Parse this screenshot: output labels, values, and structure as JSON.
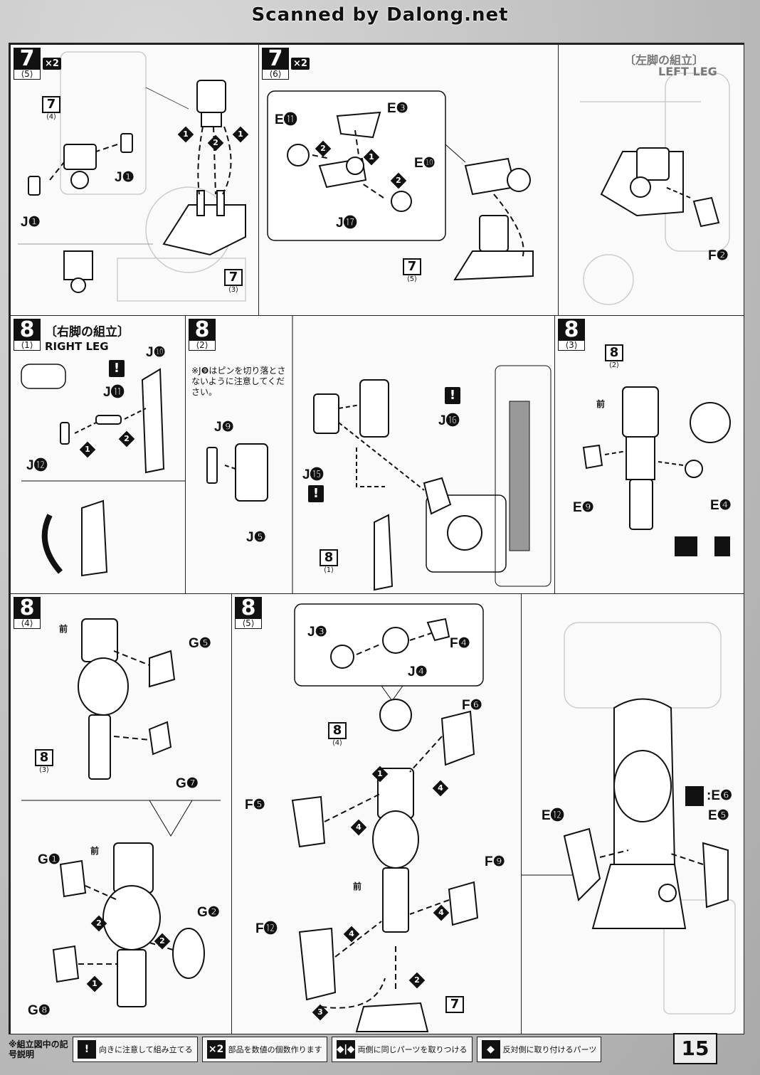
{
  "watermark": "Scanned by Dalong.net",
  "steps": {
    "s7_5": {
      "num": "7",
      "sub": "⟨5⟩",
      "x2": "×2",
      "parts": [
        "J❶",
        "J❶"
      ],
      "ref": {
        "n": "7",
        "s": "⟨4⟩"
      },
      "ref2": {
        "n": "7",
        "s": "⟨3⟩"
      },
      "arrows": [
        "1",
        "2",
        "1"
      ]
    },
    "s7_6": {
      "num": "7",
      "sub": "⟨6⟩",
      "x2": "×2",
      "parts": [
        "E⓫",
        "E❸",
        "E❿",
        "J⓱"
      ],
      "ref": {
        "n": "7",
        "s": "⟨5⟩"
      },
      "arrows": [
        "2",
        "1",
        "2"
      ]
    },
    "s9_1": {
      "title": "〔左脚の組立〕",
      "subtitle": "LEFT LEG",
      "parts": [
        "F❷"
      ]
    },
    "s8_1": {
      "num": "8",
      "sub": "⟨1⟩",
      "title": "〔右脚の組立〕",
      "subtitle": "RIGHT LEG",
      "parts": [
        "J❿",
        "J⓫",
        "J⓬"
      ],
      "arrows": [
        "1",
        "2"
      ]
    },
    "s8_2": {
      "num": "8",
      "sub": "⟨2⟩",
      "note": "※J❾はピンを切り落とさないように注意してください。",
      "parts": [
        "J❾",
        "J❺",
        "J⓰",
        "J⓯"
      ],
      "ref": {
        "n": "8",
        "s": "⟨1⟩"
      }
    },
    "s8_3": {
      "num": "8",
      "sub": "⟨3⟩",
      "mae": "前",
      "parts": [
        "E❾",
        "E❹"
      ],
      "ref": {
        "n": "8",
        "s": "⟨2⟩"
      }
    },
    "s8_4": {
      "num": "8",
      "sub": "⟨4⟩",
      "mae": "前",
      "parts": [
        "G❺",
        "G❼",
        "G❶",
        "G❷",
        "G❽"
      ],
      "ref": {
        "n": "8",
        "s": "⟨3⟩"
      },
      "arrows": [
        "2",
        "2",
        "1"
      ]
    },
    "s8_5": {
      "num": "8",
      "sub": "⟨5⟩",
      "mae": "前",
      "parts": [
        "J❸",
        "F❹",
        "J❹",
        "F❻",
        "F❺",
        "F❾",
        "F⓬"
      ],
      "ref": {
        "n": "8",
        "s": "⟨4⟩"
      },
      "ref2": {
        "n": "7",
        "s": ""
      },
      "arrows": [
        "1",
        "4",
        "4",
        "4",
        "4",
        "2",
        "3"
      ]
    },
    "s8_6": {
      "parts": [
        "E⓬",
        "E❺"
      ],
      "swap": ":E❻"
    }
  },
  "legend": {
    "head": "※組立図中の記号説明",
    "items": [
      {
        "icon": "!",
        "text": "向きに注意して組み立てる"
      },
      {
        "icon": "×2",
        "text": "部品を数値の個数作ります"
      },
      {
        "icon": "⬥|⬥",
        "text": "両側に同じパーツを取りつける"
      },
      {
        "icon": "◆",
        "text": "反対側に取り付けるパーツ"
      }
    ]
  },
  "page_number": "15"
}
